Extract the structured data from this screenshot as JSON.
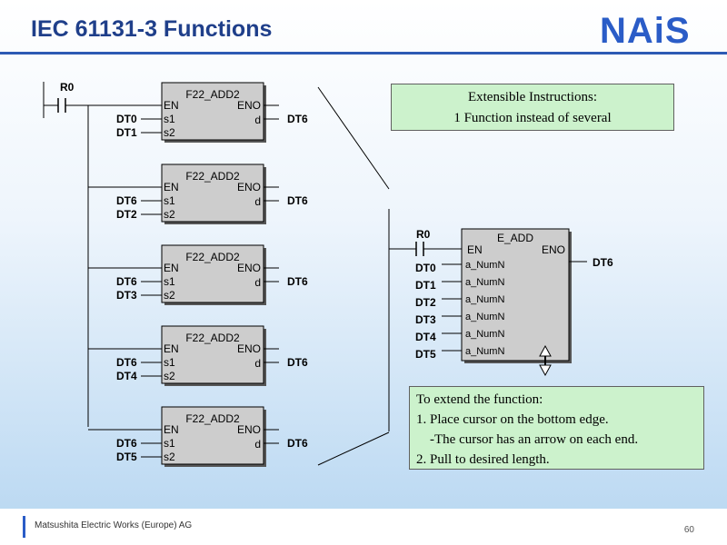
{
  "slide": {
    "title": "IEC 61131-3 Functions",
    "logo_text": "NAiS",
    "accent_color": "#2d5ab4",
    "note_color": "#ccf2cc"
  },
  "ladder": {
    "contact_label": "R0",
    "blocks": [
      {
        "name": "F22_ADD2",
        "en": "EN",
        "eno": "ENO",
        "in1_pin": "s1",
        "in2_pin": "s2",
        "out_pin": "d",
        "in1": "DT0",
        "in2": "DT1",
        "out": "DT6"
      },
      {
        "name": "F22_ADD2",
        "en": "EN",
        "eno": "ENO",
        "in1_pin": "s1",
        "in2_pin": "s2",
        "out_pin": "d",
        "in1": "DT6",
        "in2": "DT2",
        "out": "DT6"
      },
      {
        "name": "F22_ADD2",
        "en": "EN",
        "eno": "ENO",
        "in1_pin": "s1",
        "in2_pin": "s2",
        "out_pin": "d",
        "in1": "DT6",
        "in2": "DT3",
        "out": "DT6"
      },
      {
        "name": "F22_ADD2",
        "en": "EN",
        "eno": "ENO",
        "in1_pin": "s1",
        "in2_pin": "s2",
        "out_pin": "d",
        "in1": "DT6",
        "in2": "DT4",
        "out": "DT6"
      },
      {
        "name": "F22_ADD2",
        "en": "EN",
        "eno": "ENO",
        "in1_pin": "s1",
        "in2_pin": "s2",
        "out_pin": "d",
        "in1": "DT6",
        "in2": "DT5",
        "out": "DT6"
      }
    ]
  },
  "extensible": {
    "contact_label": "R0",
    "name": "E_ADD",
    "en": "EN",
    "eno": "ENO",
    "output": "DT6",
    "pin_label": "a_NumN",
    "inputs": [
      "DT0",
      "DT1",
      "DT2",
      "DT3",
      "DT4",
      "DT5"
    ],
    "resize_cursor_icon": "double-arrow-cursor"
  },
  "note_top": {
    "line1": "Extensible Instructions:",
    "line2": "1 Function instead of several"
  },
  "note_bottom": {
    "lines": [
      "To extend the function:",
      "1. Place cursor on the bottom edge.",
      "    -The cursor has an arrow on each end.",
      "2. Pull to desired length."
    ]
  },
  "footer": {
    "company": "Matsushita Electric Works (Europe) AG",
    "page_number": "60"
  }
}
